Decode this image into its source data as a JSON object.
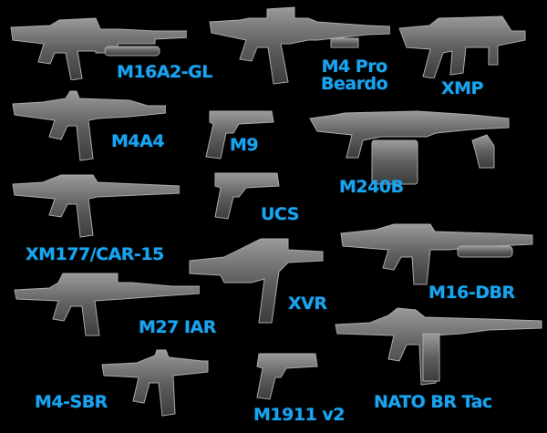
{
  "background": "#000000",
  "label_color": "#1aa3ee",
  "gun_color": "#6b6b6b",
  "items": [
    {
      "label": "M16A2-GL"
    },
    {
      "label": "M4 Pro\nBeardo"
    },
    {
      "label": "XMP"
    },
    {
      "label": "M4A4"
    },
    {
      "label": "M9"
    },
    {
      "label": "M240B"
    },
    {
      "label": "UCS"
    },
    {
      "label": "XM177/CAR-15"
    },
    {
      "label": "XVR"
    },
    {
      "label": "M16-DBR"
    },
    {
      "label": "M27 IAR"
    },
    {
      "label": "M4-SBR"
    },
    {
      "label": "M1911 v2"
    },
    {
      "label": "NATO BR Tac"
    }
  ]
}
